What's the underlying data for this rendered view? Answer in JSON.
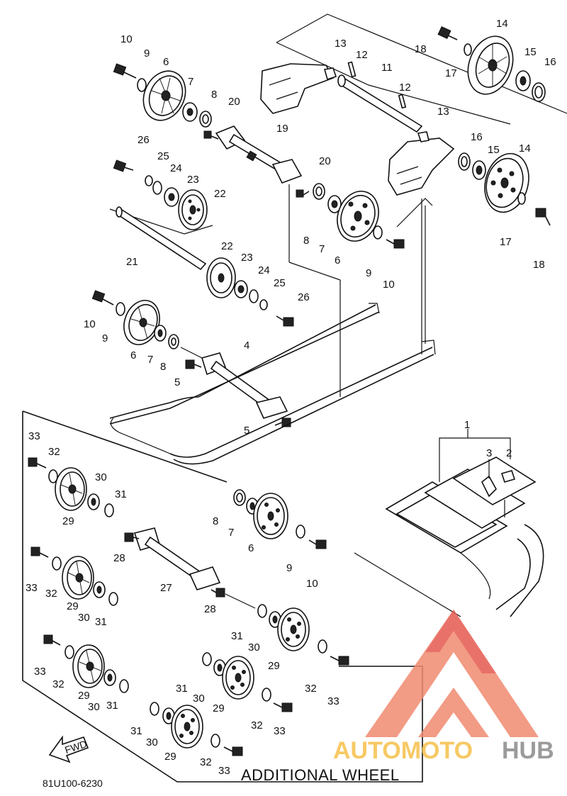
{
  "diagram": {
    "box_title": "ADDITIONAL WHEEL",
    "part_code": "81U100-6230",
    "fwd_label": "FWD"
  },
  "watermark": {
    "text_part1": "AUTOMOTO",
    "text_part2": "HUB",
    "color_primary": "#f08a70",
    "color_secondary": "#f6c04a",
    "color_gray": "#8a8a8a"
  },
  "callouts": {
    "c10a": "10",
    "c9a": "9",
    "c6a": "6",
    "c7a": "7",
    "c8a": "8",
    "c20a": "20",
    "c13a": "13",
    "c12a": "12",
    "c11": "11",
    "c12b": "12",
    "c13b": "13",
    "c18a": "18",
    "c14a": "14",
    "c17a": "17",
    "c15a": "15",
    "c16a": "16",
    "c19": "19",
    "c26a": "26",
    "c25a": "25",
    "c24a": "24",
    "c23a": "23",
    "c22a": "22",
    "c20b": "20",
    "c8b": "8",
    "c7b": "7",
    "c6b": "6",
    "c9b": "9",
    "c10b": "10",
    "c16b": "16",
    "c15b": "15",
    "c14b": "14",
    "c17b": "17",
    "c18b": "18",
    "c21": "21",
    "c22b": "22",
    "c23b": "23",
    "c24b": "24",
    "c25b": "25",
    "c26b": "26",
    "c10c": "10",
    "c9c": "9",
    "c6c": "6",
    "c7c": "7",
    "c8c": "8",
    "c4": "4",
    "c5a": "5",
    "c5b": "5",
    "c1": "1",
    "c3": "3",
    "c2": "2",
    "c33a": "33",
    "c32a": "32",
    "c30a": "30",
    "c31a": "31",
    "c29a": "29",
    "c8d": "8",
    "c7d": "7",
    "c6d": "6",
    "c9d": "9",
    "c10d": "10",
    "c28a": "28",
    "c27": "27",
    "c28b": "28",
    "c33b": "33",
    "c32b": "32",
    "c29b": "29",
    "c30b": "30",
    "c31b": "31",
    "c31c": "31",
    "c30c": "30",
    "c29c": "29",
    "c33c": "33",
    "c32c": "32",
    "c29d": "29",
    "c30d": "30",
    "c31d": "31",
    "c31e": "31",
    "c30e": "30",
    "c29e": "29",
    "c32d": "32",
    "c33d": "33",
    "c31f": "31",
    "c30f": "30",
    "c29f": "29",
    "c32e": "32",
    "c33e": "33",
    "c32f": "32",
    "c33f": "33"
  }
}
